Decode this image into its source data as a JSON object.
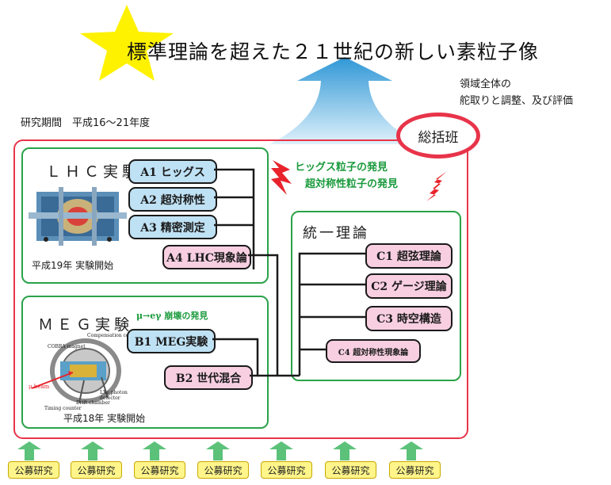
{
  "header": {
    "title": "標準理論を超えた２１世紀の新しい素粒子像"
  },
  "management": {
    "line1": "領域全体の",
    "line2": "舵取りと調整、及び評価",
    "group_label": "総括班"
  },
  "period": "研究期間　平成16〜21年度",
  "lhc": {
    "title": "ＬＨＣ実験",
    "start": "平成19年  実験開始",
    "items": [
      "A1 ヒッグス",
      "A2 超対称性",
      "A3 精密測定",
      "A4 LHC現象論"
    ],
    "discovery_1": "ヒッグス粒子の発見",
    "discovery_2": "超対称性粒子の発見"
  },
  "meg": {
    "title": "ＭＥＧ実験",
    "discovery": "μ→eγ 崩壊の発見",
    "start": "平成18年  実験開始",
    "items": [
      "B1 MEG実験",
      "B2 世代混合"
    ],
    "detector_labels": [
      "Compensation coil",
      "COBRA magnet",
      "μ beam",
      "LXe photon detector",
      "Drift chamber",
      "Timing counter"
    ]
  },
  "theory": {
    "title": "統一理論",
    "items": [
      "C1 超弦理論",
      "C2 ゲージ理論",
      "C3 時空構造",
      "C4 超対称性現象論"
    ]
  },
  "public_calls": [
    "公募研究",
    "公募研究",
    "公募研究",
    "公募研究",
    "公募研究",
    "公募研究",
    "公募研究"
  ],
  "colors": {
    "outer_frame": "#e8344a",
    "panel_border": "#2aa24a",
    "blue_box": "#bfe1f4",
    "pink_box": "#f8cfe1",
    "star": "#fff200",
    "arrow": "#4aa8d8",
    "koubo_fill": "#fff58a",
    "lightning": "#e8232c"
  }
}
